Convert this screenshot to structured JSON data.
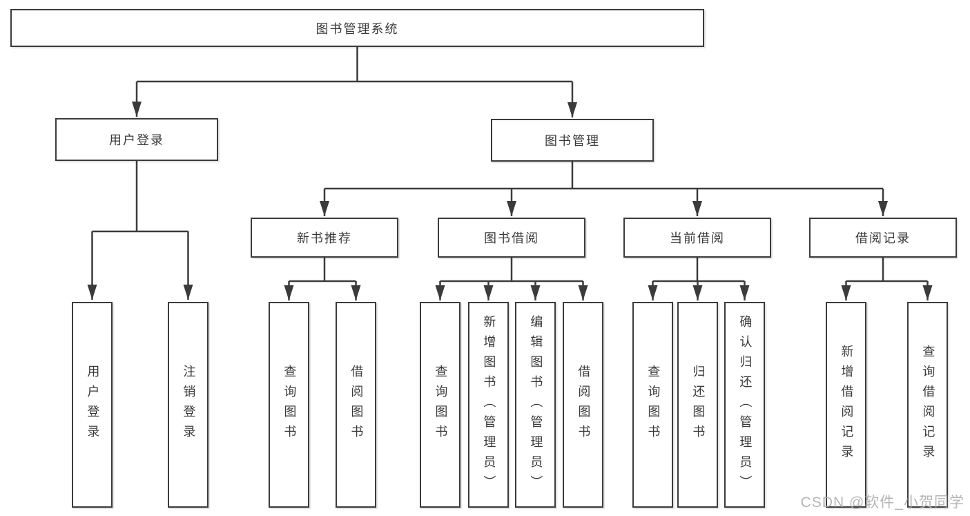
{
  "diagram": {
    "title": "图书管理系统",
    "colors": {
      "line": "#3b3b3b",
      "text": "#3a3a3a",
      "box_background": "#ffffff",
      "page_background": "#ffffff",
      "watermark": "#a8a8a8"
    },
    "nodes": {
      "root": "图书管理系统",
      "l2": [
        "用户登录",
        "图书管理"
      ],
      "l3": [
        "新书推荐",
        "图书借阅",
        "当前借阅",
        "借阅记录"
      ],
      "l4": [
        "用户登录",
        "注销登录",
        "查询图书",
        "借阅图书",
        "查询图书",
        "新增图书（管理员）",
        "编辑图书（管理员）",
        "借阅图书",
        "查询图书",
        "归还图书",
        "确认归还（管理员）",
        "新增借阅记录",
        "查询借阅记录"
      ]
    },
    "watermark": "CSDN @软件_小贺同学"
  }
}
